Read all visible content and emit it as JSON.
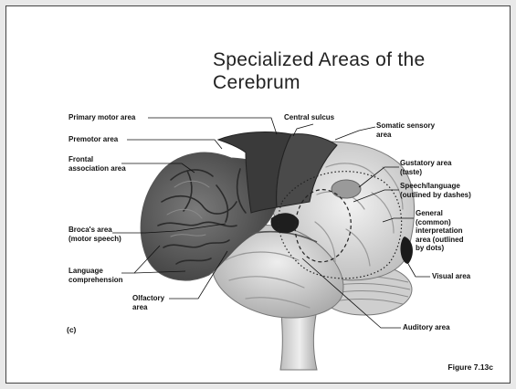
{
  "slide": {
    "title_lines": [
      "Specialized Areas of the",
      "Cerebrum"
    ],
    "panel_label": "(c)",
    "figure_caption": "Figure 7.13c"
  },
  "labels": {
    "primary_motor": [
      "Primary motor area"
    ],
    "premotor": [
      "Premotor area"
    ],
    "frontal_assoc": [
      "Frontal",
      "association area"
    ],
    "brocas": [
      "Broca's area",
      "(motor speech)"
    ],
    "language_comp": [
      "Language",
      "comprehension"
    ],
    "olfactory": [
      "Olfactory",
      "area"
    ],
    "central_sulcus": [
      "Central sulcus"
    ],
    "somatic_sensory": [
      "Somatic sensory",
      "area"
    ],
    "gustatory": [
      "Gustatory area",
      "(taste)"
    ],
    "speech_language": [
      "Speech/language",
      "(outlined by dashes)"
    ],
    "general_interp": [
      "General",
      "(common)",
      "interpretation",
      "area (outlined",
      "by dots)"
    ],
    "visual": [
      "Visual area"
    ],
    "auditory": [
      "Auditory area"
    ]
  },
  "colors": {
    "frontal_lobe": "#5a5a5a",
    "motor_strip": "#3a3a3a",
    "sensory_strip": "#4a4a4a",
    "parietal_temporal": "#d6d6d6",
    "visual_area": "#1a1a1a"
  }
}
